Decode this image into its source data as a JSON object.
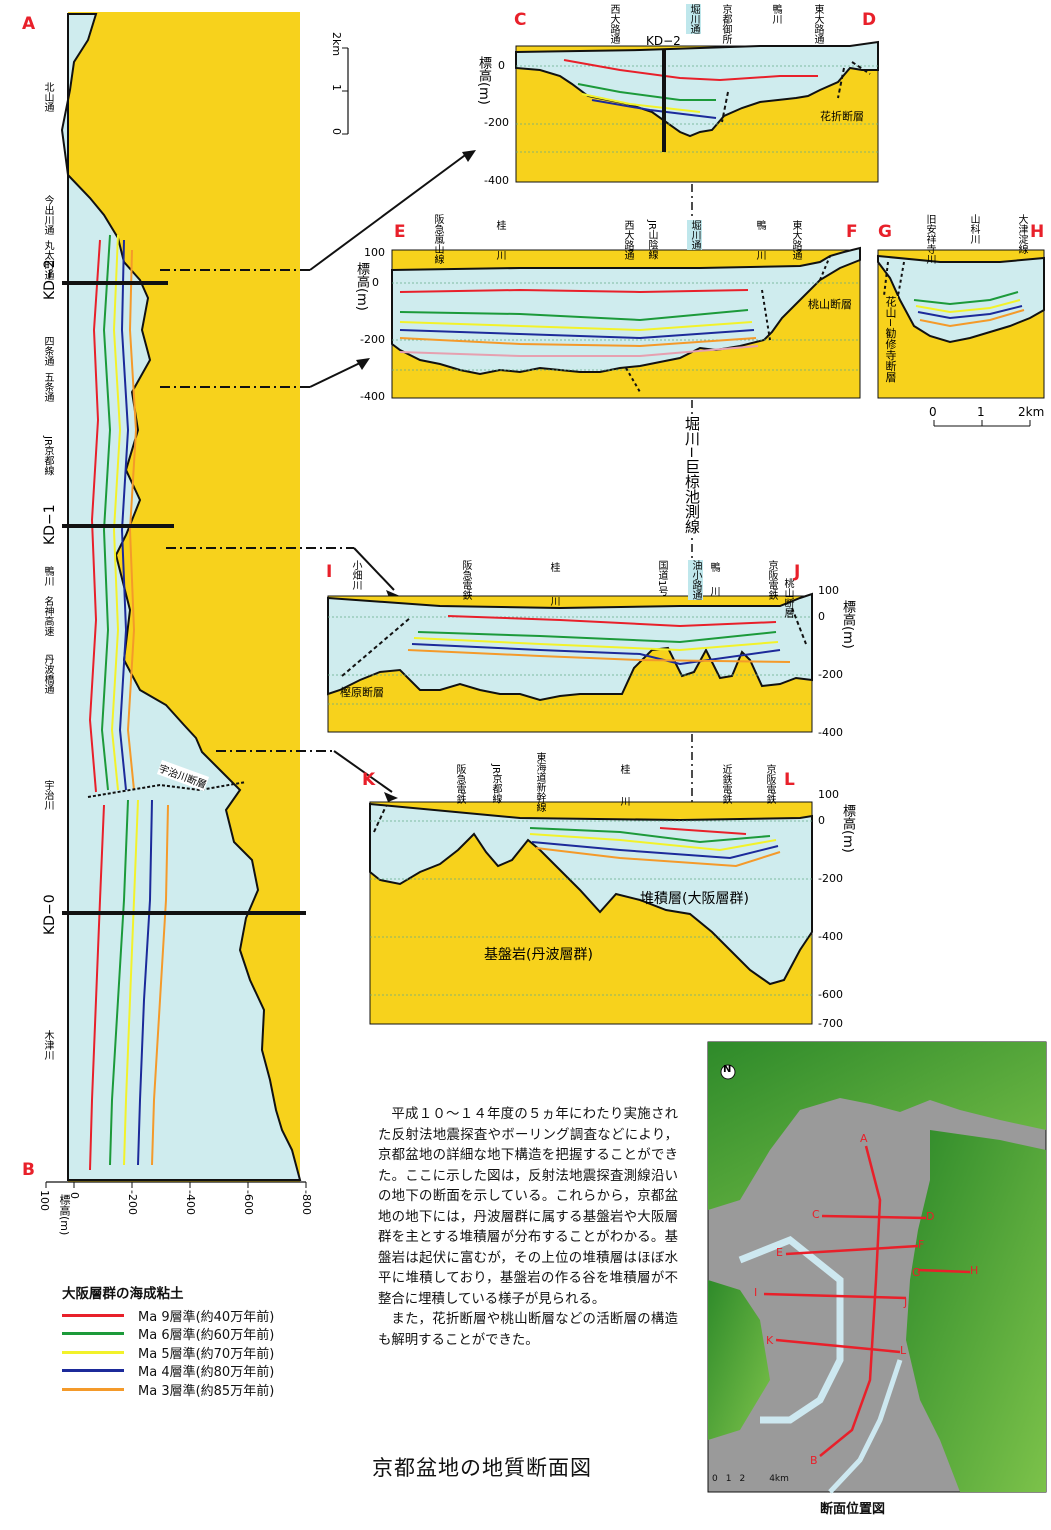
{
  "colors": {
    "sediment": "#cfecee",
    "bedrock": "#f7d21c",
    "label_red": "#e8202a",
    "ma9": "#e8202a",
    "ma6": "#1c9a3a",
    "ma5": "#f2f22a",
    "ma4": "#1c2a9a",
    "ma3": "#f49a2a",
    "pink": "#e6a0b0"
  },
  "main_section": {
    "end_top": "A",
    "end_bottom": "B",
    "places": [
      "北山通",
      "今出川通",
      "丸太町通",
      "四条通",
      "五条通",
      "JR京都線",
      "鴨川",
      "名神高速",
      "丹波橋通",
      "宇治川",
      "木津川"
    ],
    "wells": [
      "KD−2",
      "KD−1",
      "KD−0"
    ],
    "fault": "宇治川断層",
    "axis_title": "標高(m)",
    "axis_ticks": [
      "100",
      "0",
      "-200",
      "-400",
      "-600",
      "-800"
    ],
    "scale_ticks": [
      "2km",
      "1",
      "0"
    ]
  },
  "section_cd": {
    "start": "C",
    "end": "D",
    "places": [
      "西大路通",
      "堀川通",
      "京都御所",
      "鴨川",
      "東大路通"
    ],
    "well": "KD−2",
    "fault": "花折断層",
    "axis_title": "標高(m)",
    "ticks": [
      "0",
      "-200",
      "-400"
    ]
  },
  "section_ef": {
    "start": "E",
    "end": "F",
    "places": [
      "阪急嵐山線",
      "桂川",
      "西大路通",
      "JR山陰線",
      "堀川通",
      "鴨川",
      "東大路通"
    ],
    "fault": "桃山断層",
    "axis_title": "標高(m)",
    "ticks": [
      "100",
      "0",
      "-200",
      "-400"
    ]
  },
  "section_gh": {
    "start": "G",
    "end": "H",
    "places": [
      "旧安祥寺川",
      "山科川",
      "大津淀線"
    ],
    "fault": "花山−勧修寺断層",
    "scale_ticks": [
      "0",
      "1",
      "2km"
    ]
  },
  "survey_line": "堀川−巨椋池測線",
  "section_ij": {
    "start": "I",
    "end": "J",
    "places": [
      "小畑川",
      "阪急電鉄",
      "桂川",
      "国道1号",
      "油小路通",
      "鴨川",
      "京阪電鉄"
    ],
    "faults": [
      "樫原断層",
      "桃山断層"
    ],
    "axis_title": "標高(m)",
    "ticks": [
      "100",
      "0",
      "-200",
      "-400"
    ]
  },
  "section_kl": {
    "start": "K",
    "end": "L",
    "places": [
      "阪急電鉄",
      "JR京都線",
      "東海道新幹線",
      "桂川",
      "近鉄電鉄",
      "京阪電鉄"
    ],
    "sediment_label": "堆積層(大阪層群)",
    "bedrock_label": "基盤岩(丹波層群)",
    "axis_title": "標高(m)",
    "ticks": [
      "100",
      "0",
      "-200",
      "-400",
      "-600",
      "-700"
    ]
  },
  "legend": {
    "title": "大阪層群の海成粘土",
    "items": [
      "Ma 9層準(約40万年前)",
      "Ma 6層準(約60万年前)",
      "Ma 5層準(約70万年前)",
      "Ma 4層準(約80万年前)",
      "Ma 3層準(約85万年前)"
    ]
  },
  "description": [
    "平成１０〜１４年度の５ヵ年にわたり実施された反射法地震探査やボーリング調査などにより，京都盆地の詳細な地下構造を把握することができた。ここに示した図は，反射法地震探査測線沿いの地下の断面を示している。これらから，京都盆地の地下には，丹波層群に属する基盤岩や大阪層群を主とする堆積層が分布することがわかる。基盤岩は起伏に富むが，その上位の堆積層はほぼ水平に堆積しており，基盤岩の作る谷を堆積層が不整合に埋積している様子が見られる。",
    "また，花折断層や桃山断層などの活断層の構造も解明することができた。"
  ],
  "title": "京都盆地の地質断面図",
  "map": {
    "points": [
      "A",
      "B",
      "C",
      "D",
      "E",
      "F",
      "G",
      "H",
      "I",
      "J",
      "K",
      "L"
    ],
    "north": "N",
    "scale": [
      "0",
      "1",
      "2",
      "4km"
    ],
    "caption": "断面位置図"
  }
}
